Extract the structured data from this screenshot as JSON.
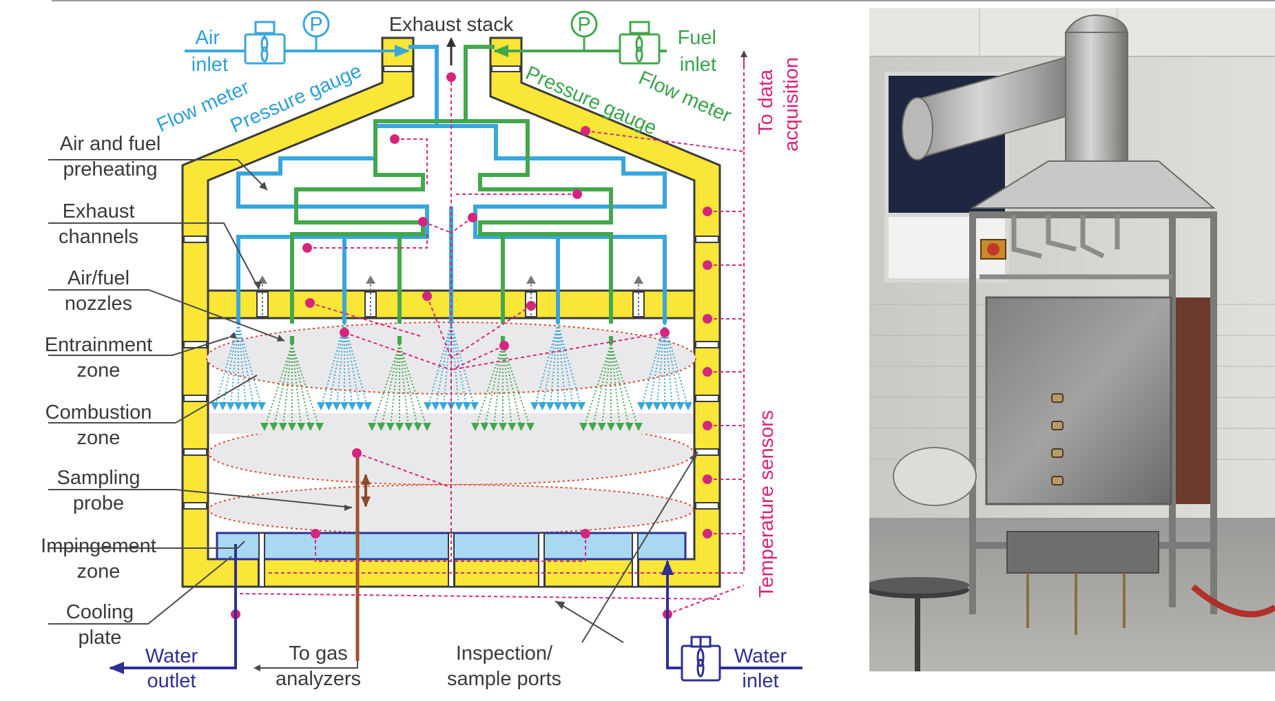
{
  "colors": {
    "wall": "#f9e636",
    "air": "#39a6dc",
    "fuel": "#43a74d",
    "sensor": "#d6257d",
    "water": "#2e2f93",
    "label": "#3a3a3a",
    "zone": "#e9e9eb",
    "flame_line": "#d94a2b",
    "cooling_plate": "#a9d8f2",
    "probe": "#a0522d",
    "probe_arrow": "#8b4a2b"
  },
  "icons": [
    "pressure-gauge-icon",
    "flow-meter-icon",
    "arrow-icon"
  ],
  "labels": {
    "exhaust_stack": "Exhaust stack",
    "air_inlet_1": "Air",
    "air_inlet_2": "inlet",
    "fuel_inlet_1": "Fuel",
    "fuel_inlet_2": "inlet",
    "flow_meter_left": "Flow meter",
    "pressure_gauge_left": "Pressure gauge",
    "pressure_gauge_right": "Pressure gauge",
    "flow_meter_right": "Flow meter",
    "gauge_symbol_left": "P",
    "gauge_symbol_right": "P",
    "to_data_1": "To data",
    "to_data_2": "acquisition",
    "temperature_sensors": "Temperature sensors",
    "preheat_1": "Air and fuel",
    "preheat_2": "preheating",
    "exhaust_ch_1": "Exhaust",
    "exhaust_ch_2": "channels",
    "nozzles_1": "Air/fuel",
    "nozzles_2": "nozzles",
    "entrain_1": "Entrainment",
    "entrain_2": "zone",
    "combust_1": "Combustion",
    "combust_2": "zone",
    "probe_1": "Sampling",
    "probe_2": "probe",
    "imping_1": "Impingement",
    "imping_2": "zone",
    "cooling_1": "Cooling",
    "cooling_2": "plate",
    "water_out_1": "Water",
    "water_out_2": "outlet",
    "gas_1": "To gas",
    "gas_2": "analyzers",
    "ports_1": "Inspection/",
    "ports_2": "sample ports",
    "water_in_1": "Water",
    "water_in_2": "inlet"
  }
}
